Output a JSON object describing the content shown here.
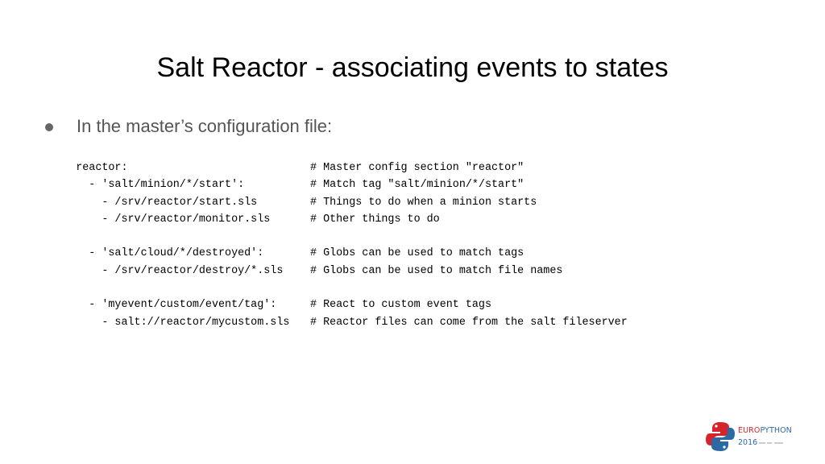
{
  "slide": {
    "title": "Salt Reactor - associating events to states",
    "bullet": "In the master’s configuration file:"
  },
  "code_lines": [
    {
      "text": "reactor:",
      "comment": "# Master config section \"reactor\""
    },
    {
      "text": "  - 'salt/minion/*/start':",
      "comment": "# Match tag \"salt/minion/*/start\""
    },
    {
      "text": "    - /srv/reactor/start.sls",
      "comment": "# Things to do when a minion starts"
    },
    {
      "text": "    - /srv/reactor/monitor.sls",
      "comment": "# Other things to do"
    },
    {
      "text": "",
      "comment": ""
    },
    {
      "text": "  - 'salt/cloud/*/destroyed':",
      "comment": "# Globs can be used to match tags"
    },
    {
      "text": "    - /srv/reactor/destroy/*.sls",
      "comment": "# Globs can be used to match file names"
    },
    {
      "text": "",
      "comment": ""
    },
    {
      "text": "  - 'myevent/custom/event/tag':",
      "comment": "# React to custom event tags"
    },
    {
      "text": "    - salt://reactor/mycustom.sls",
      "comment": "# Reactor files can come from the salt fileserver"
    }
  ],
  "logo": {
    "euro": "EURO",
    "python": "PYTHON",
    "year": "2016",
    "colors": {
      "red": "#d3252b",
      "blue": "#2d6aa3"
    },
    "icon": "europython-snake-logo"
  },
  "colors": {
    "title": "#000000",
    "bullet_text": "#555555",
    "code": "#000000"
  }
}
